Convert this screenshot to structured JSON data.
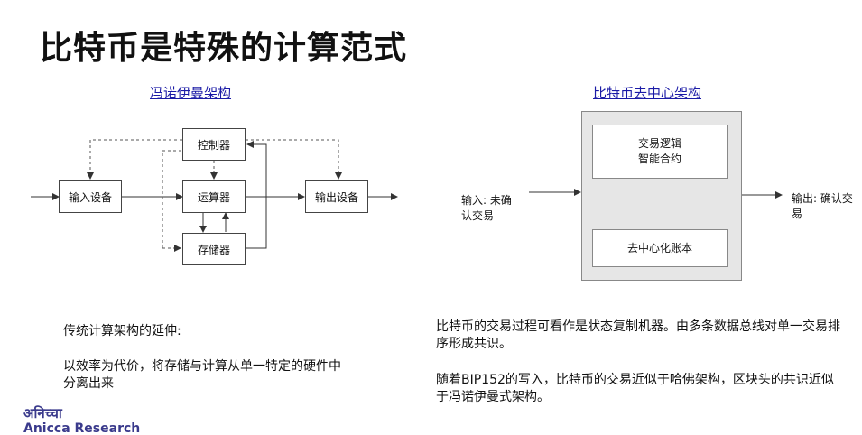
{
  "slide": {
    "title": "比特币是特殊的计算范式"
  },
  "von_neumann": {
    "title": "冯诺伊曼架构",
    "boxes": {
      "controller": "控制器",
      "input": "输入设备",
      "alu": "运算器",
      "output": "输出设备",
      "memory": "存储器"
    },
    "caption": "传统计算架构的延伸:",
    "description": "以效率为代价，将存储与计算从单一特定的硬件中分离出来"
  },
  "bitcoin": {
    "title": "比特币去中心架构",
    "logic_box_line1": "交易逻辑",
    "logic_box_line2": "智能合约",
    "ledger_box": "去中心化账本",
    "input_label": "输入: 未确认交易",
    "output_label": "输出: 确认交易",
    "paragraph1": "比特币的交易过程可看作是状态复制机器。由多条数据总线对单一交易排序形成共识。",
    "paragraph2": "随着BIP152的写入，比特币的交易近似于哈佛架构，区块头的共识近似于冯诺伊曼式架构。"
  },
  "logo": {
    "script": "अनिच्चा",
    "name": "Anicca Research"
  },
  "colors": {
    "title_link": "#1a1aa6",
    "logo": "#3a3a8c",
    "panel_gray": "#e6e6e6"
  }
}
